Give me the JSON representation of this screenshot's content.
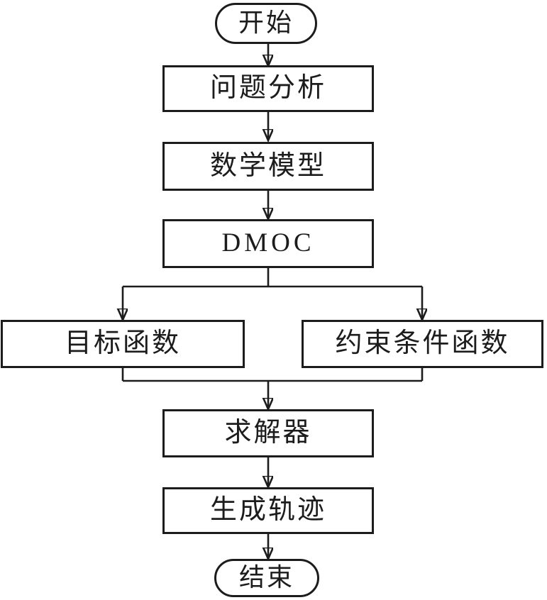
{
  "diagram": {
    "type": "flowchart",
    "direction": "top-down",
    "colors": {
      "stroke": "#1c1c1c",
      "background": "#ffffff",
      "text": "#1c1c1c"
    },
    "nodes": [
      {
        "id": "start",
        "shape": "stadium",
        "label": "开始"
      },
      {
        "id": "problem-analysis",
        "shape": "rect",
        "label": "问题分析"
      },
      {
        "id": "math-model",
        "shape": "rect",
        "label": "数学模型"
      },
      {
        "id": "dmoc",
        "shape": "rect",
        "label": "DMOC"
      },
      {
        "id": "objective-function",
        "shape": "rect",
        "label": "目标函数"
      },
      {
        "id": "constraint-function",
        "shape": "rect",
        "label": "约束条件函数"
      },
      {
        "id": "solver",
        "shape": "rect",
        "label": "求解器"
      },
      {
        "id": "generate-trajectory",
        "shape": "rect",
        "label": "生成轨迹"
      },
      {
        "id": "end",
        "shape": "stadium",
        "label": "结束"
      }
    ],
    "edges": [
      {
        "from": "start",
        "to": "problem-analysis"
      },
      {
        "from": "problem-analysis",
        "to": "math-model"
      },
      {
        "from": "math-model",
        "to": "dmoc"
      },
      {
        "from": "dmoc",
        "to": "objective-function"
      },
      {
        "from": "dmoc",
        "to": "constraint-function"
      },
      {
        "from": "objective-function",
        "to": "solver"
      },
      {
        "from": "constraint-function",
        "to": "solver"
      },
      {
        "from": "solver",
        "to": "generate-trajectory"
      },
      {
        "from": "generate-trajectory",
        "to": "end"
      }
    ]
  }
}
